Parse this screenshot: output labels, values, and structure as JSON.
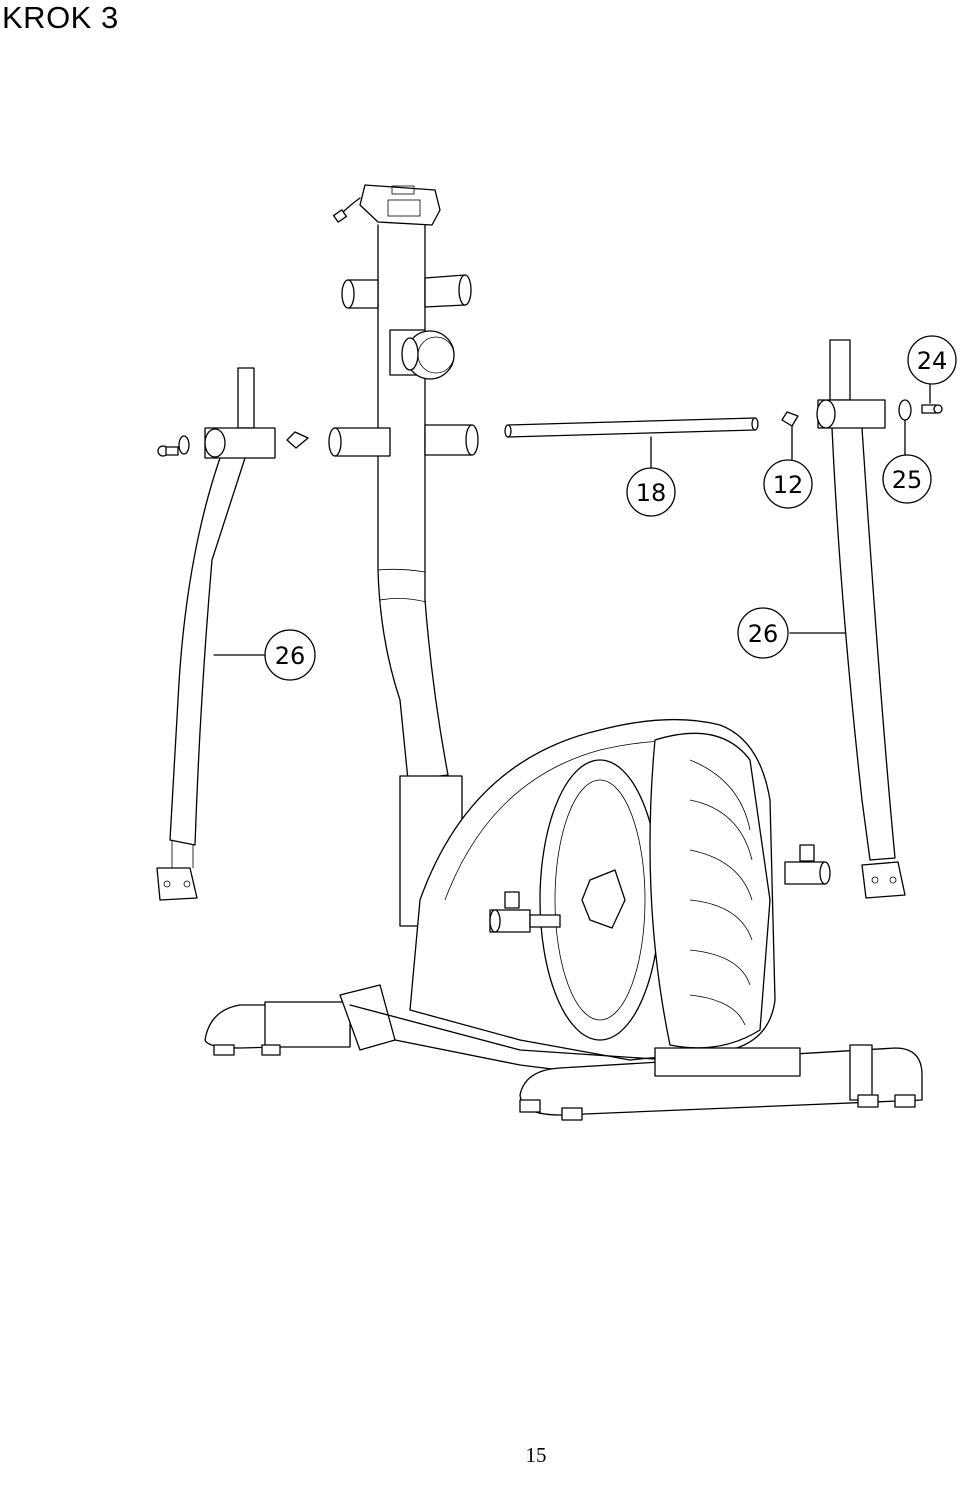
{
  "header": {
    "title": "KROK 3"
  },
  "callouts": [
    {
      "id": "c24",
      "label": "24"
    },
    {
      "id": "c18",
      "label": "18"
    },
    {
      "id": "c12",
      "label": "12"
    },
    {
      "id": "c25",
      "label": "25"
    },
    {
      "id": "c26a",
      "label": "26"
    },
    {
      "id": "c26b",
      "label": "26"
    }
  ],
  "footer": {
    "page_number": "15"
  }
}
